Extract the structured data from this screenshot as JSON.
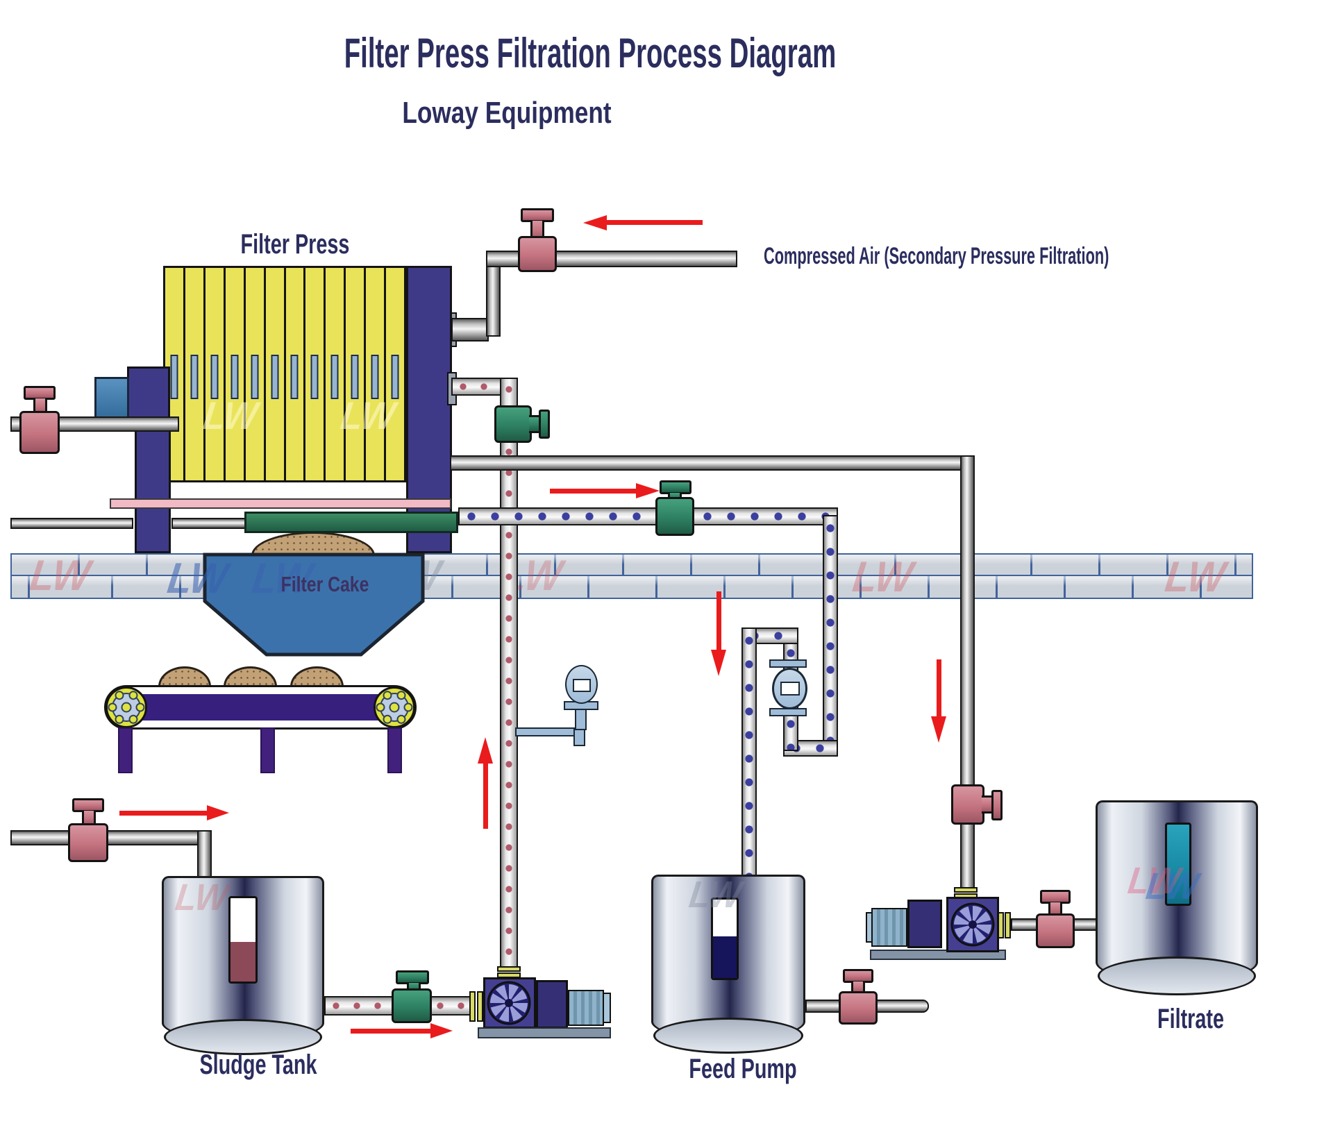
{
  "title": "Filter Press Filtration Process Diagram",
  "subtitle": "Loway Equipment",
  "labels": {
    "filter_press": "Filter Press",
    "compressed_air": "Compressed Air (Secondary Pressure Filtration)",
    "filter_cake": "Filter Cake",
    "sludge_tank": "Sludge Tank",
    "feed_pump": "Feed Pump",
    "filtrate": "Filtrate"
  },
  "watermark": {
    "text": "LW"
  },
  "colors": {
    "navy_text": "#2b2d5e",
    "plate_yellow": "#e9e35a",
    "slot_blue": "#97b4d0",
    "end_navy": "#3f3a88",
    "motor_blue": "#4b87b8",
    "pink_bar": "#f2bac4",
    "green_bar": "#2c7a52",
    "valve_pink": "#c4737f",
    "valve_green": "#2e8063",
    "arrow_red": "#ea1b1d",
    "dot_red": "#b05a6a",
    "dot_blue": "#3b3f9e",
    "hopper_blue": "#3c72ab",
    "cake_tan": "#c2a176",
    "belt_purple": "#371f7e",
    "wheel_yellow": "#dfe23f",
    "gear_blue": "#bccde4",
    "brick_gray": "#ccd2da",
    "brick_line": "#41639b",
    "tank_core_navy": "#23264a",
    "sight_teal": "#1789a4",
    "sight_maroon": "#8c4a58",
    "sight_navy": "#16145a",
    "pump_indigo": "#453f91",
    "impeller_navy": "#232070",
    "impeller_blade": "#9a9ed8",
    "flange_yellow": "#d8da66",
    "gauge_blue": "#9fbcd8",
    "base_slate": "#8494a6"
  }
}
